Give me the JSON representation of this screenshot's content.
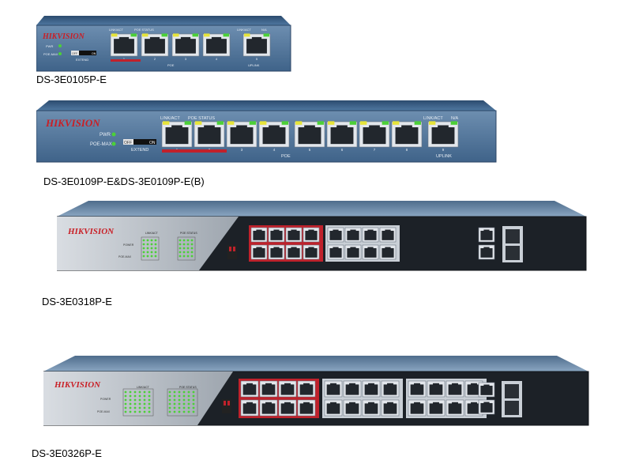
{
  "products": [
    {
      "model": "DS-3E0105P-E",
      "brand": "HIKVISION",
      "labels": {
        "pwr": "PWR",
        "poe_max": "POE-MAX",
        "off": "OFF",
        "on": "ON",
        "extend": "EXTEND",
        "link_act": "LINK/ACT",
        "poe_status": "POE STATUS",
        "na": "N/A",
        "poe": "POE",
        "uplink": "UPLINK"
      },
      "port_numbers": [
        "1",
        "2",
        "3",
        "4"
      ],
      "uplink_number": "5"
    },
    {
      "model": "DS-3E0109P-E&DS-3E0109P-E(B)",
      "brand": "HIKVISION",
      "labels": {
        "pwr": "PWR",
        "poe_max": "POE-MAX",
        "off": "OFF",
        "on": "ON",
        "extend": "EXTEND",
        "link_act": "LINK/ACT",
        "poe_status": "POE STATUS",
        "na": "N/A",
        "poe": "POE",
        "uplink": "UPLINK"
      },
      "port_numbers": [
        "1",
        "2",
        "3",
        "4",
        "5",
        "6",
        "7",
        "8"
      ],
      "uplink_number": "9"
    },
    {
      "model": "DS-3E0318P-E",
      "brand": "HIKVISION",
      "labels": {
        "power": "POWER",
        "poe_max": "POE-MAX",
        "link_act": "LINK/ACT",
        "poe_status": "POE STATUS"
      }
    },
    {
      "model": "DS-3E0326P-E",
      "brand": "HIKVISION",
      "labels": {
        "power": "POWER",
        "poe_max": "POE-MAX",
        "link_act": "LINK/ACT",
        "poe_status": "POE STATUS"
      }
    }
  ],
  "colors": {
    "switch_blue": "#3d5f82",
    "dark_panel": "#1c2127",
    "poe_red": "#c0212b",
    "led_green": "#4cd038",
    "led_yellow": "#e6e43a"
  }
}
